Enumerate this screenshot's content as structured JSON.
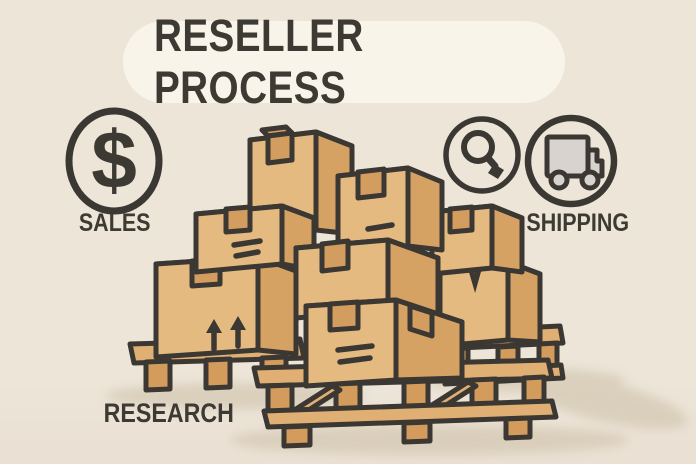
{
  "title": "RESELLER PROCESS",
  "labels": {
    "sales": "SALES",
    "shipping": "SHIPPING",
    "research": "RESEARCH"
  },
  "icons": {
    "dollar_glyph": "$",
    "names": [
      "dollar-icon",
      "magnifier-icon",
      "truck-icon"
    ]
  },
  "colors": {
    "background": "#ece5d8",
    "pill": "#f8f4ea",
    "text": "#3d3a34",
    "outline": "#3b3733",
    "box_top": "#f1d2a0",
    "box_front": "#e5ba80",
    "box_side": "#d5a263",
    "notch": "#d29d5f",
    "wood": "#e0af74",
    "wood_dark": "#d49c5c",
    "shadow": "#d2c5ae",
    "truck_body": "#d8d3cf"
  }
}
